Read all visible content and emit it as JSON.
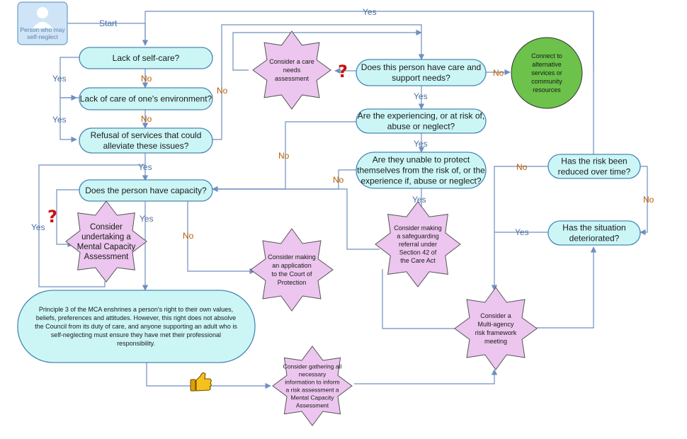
{
  "colors": {
    "teal_fill": "#ccf6f6",
    "teal_stroke": "#4a86b5",
    "star_fill": "#ecc6ee",
    "star_stroke": "#555555",
    "green_fill": "#6cc24a",
    "edge": "#6f8fbf",
    "yes_label": "#4a6fa5",
    "no_label": "#b85c00",
    "question_mark": "#cc1111"
  },
  "icons": {
    "person": "person-icon",
    "question": "question-mark-icon",
    "thumbs_up": "thumbs-up-icon"
  },
  "start": {
    "person_label": [
      "Person who may",
      "self-neglect"
    ],
    "start_label": "Start"
  },
  "nodes": {
    "lack_self_care": [
      "Lack of self-care?"
    ],
    "lack_environment": [
      "Lack of care of one's environment?"
    ],
    "refusal_services": [
      "Refusal of services that could",
      "alleviate these issues?"
    ],
    "care_needs_assessment": [
      "Consider a care",
      "needs",
      "assessment"
    ],
    "care_support_needs": [
      "Does this person have care and",
      "support needs?"
    ],
    "connect_services": [
      "Connect to",
      "alternative",
      "services or",
      "community",
      "resources"
    ],
    "risk_abuse": [
      "Are the experiencing, or at risk of,",
      "abuse or neglect?"
    ],
    "unable_protect": [
      "Are they unable to protect",
      "themselves from the risk of, or the",
      "experience if, abuse or neglect?"
    ],
    "risk_reduced": [
      "Has the risk been",
      "reduced over time?"
    ],
    "situation_deteriorated": [
      "Has the situation",
      "deteriorated?"
    ],
    "have_capacity": [
      "Does the person have capacity?"
    ],
    "mental_capacity_assessment": [
      "Consider",
      "undertaking a",
      "Mental Capacity",
      "Assessment"
    ],
    "safeguarding_referral": [
      "Consider making",
      "a safeguarding",
      "referral under",
      "Section 42 of",
      "the Care Act"
    ],
    "court_protection": [
      "Consider making",
      "an application",
      "to the Court of",
      "Protection"
    ],
    "multi_agency": [
      "Consider a",
      "Multi-agency",
      "risk framework",
      "meeting"
    ],
    "principle_3": [
      "Principle 3 of the MCA enshrines a person's right to their own values,",
      "beliefs, preferences and attitudes. However, this right does not absolve",
      "the Council from its duty of care, and anyone supporting an adult who is",
      "self-neglecting must ensure they have met their professional",
      "responsibility."
    ],
    "gather_info": [
      "Consider gathering all",
      "necessary",
      "information to inform",
      "a risk assessment a",
      "Mental Capacity",
      "Assessment"
    ]
  },
  "edge_labels": {
    "yes": "Yes",
    "no": "No"
  },
  "question_mark": "?"
}
